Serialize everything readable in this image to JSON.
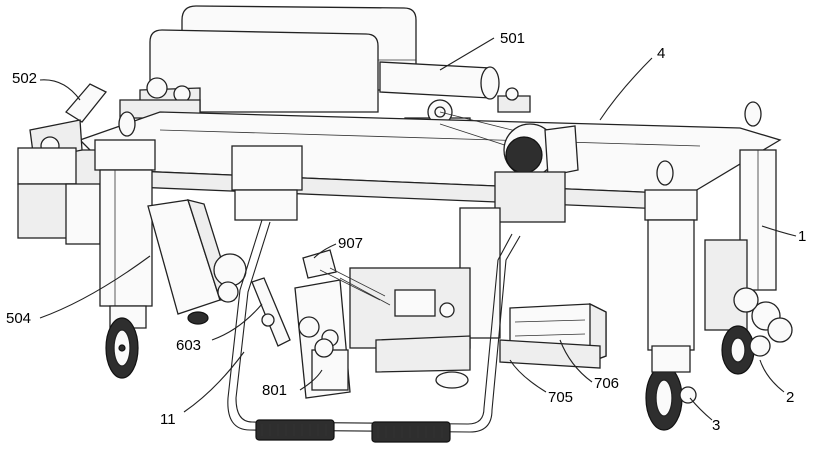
{
  "labels": {
    "l501": "501",
    "l502": "502",
    "l4": "4",
    "l1": "1",
    "l907": "907",
    "l504": "504",
    "l603": "603",
    "l801": "801",
    "l11": "11",
    "l705": "705",
    "l706": "706",
    "l2": "2",
    "l3": "3"
  }
}
